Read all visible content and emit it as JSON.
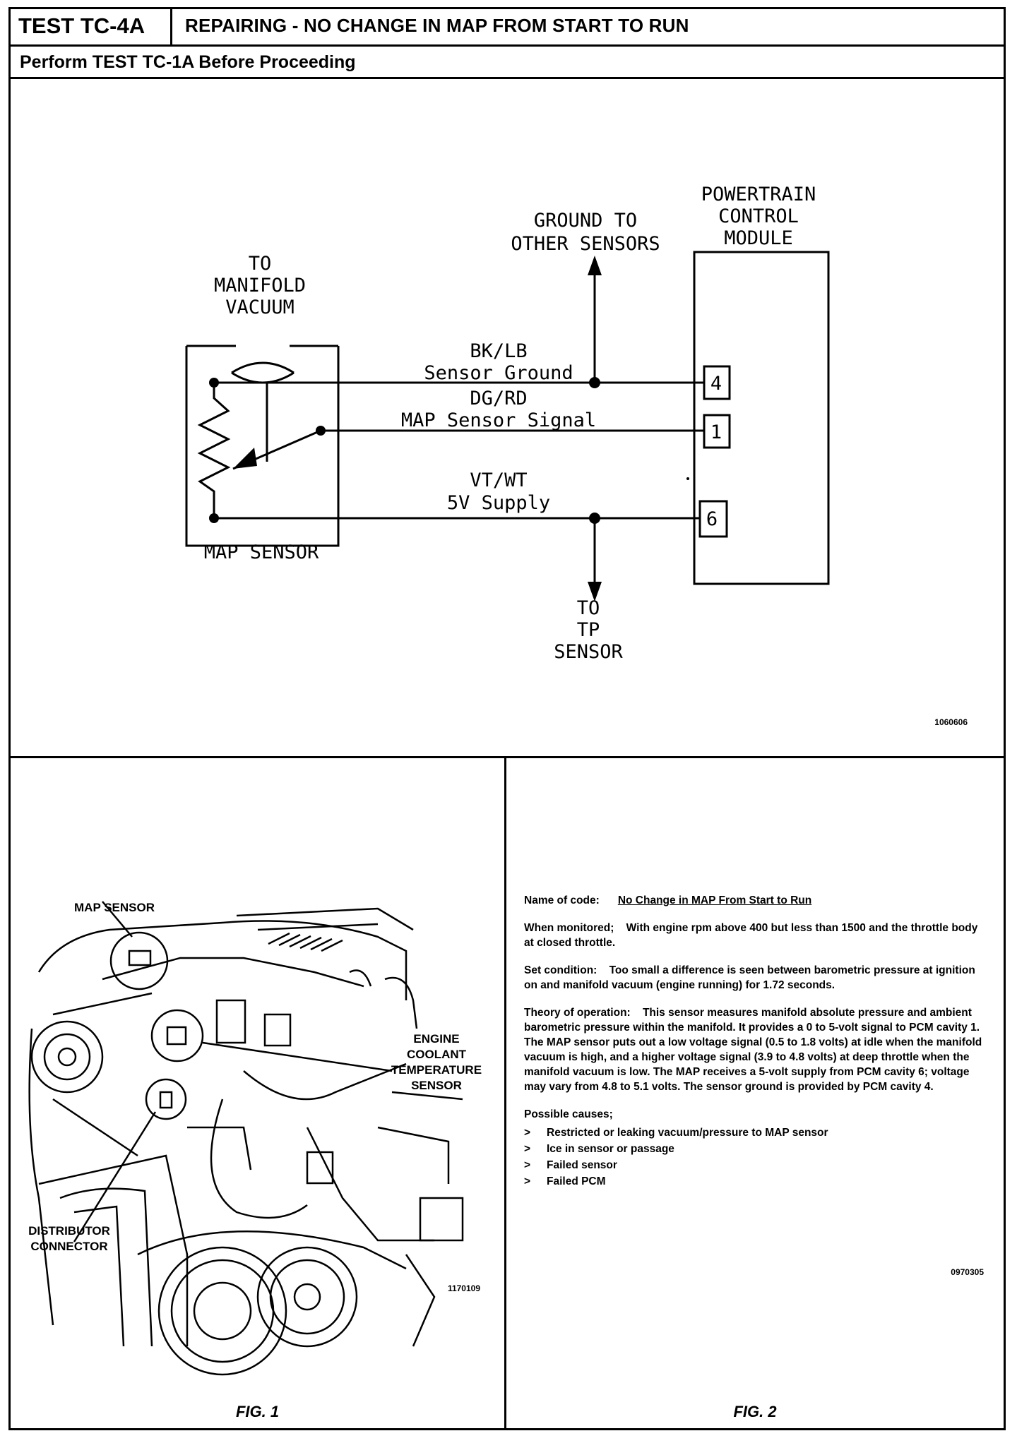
{
  "header": {
    "test_id": "TEST TC-4A",
    "title": "REPAIRING - NO CHANGE IN MAP FROM START TO RUN",
    "prerequisite": "Perform TEST TC-1A Before Proceeding"
  },
  "diagram": {
    "pcm_label": [
      "POWERTRAIN",
      "CONTROL",
      "MODULE"
    ],
    "ground_label": [
      "GROUND TO",
      "OTHER SENSORS"
    ],
    "vacuum_label": [
      "TO",
      "MANIFOLD",
      "VACUUM"
    ],
    "sensor_label": "MAP SENSOR",
    "tp_label": [
      "TO",
      "TP",
      "SENSOR"
    ],
    "wires": [
      {
        "color": "BK/LB",
        "name": "Sensor Ground",
        "pin": "4"
      },
      {
        "color": "DG/RD",
        "name": "MAP Sensor Signal",
        "pin": "1"
      },
      {
        "color": "VT/WT",
        "name": "5V Supply",
        "pin": "6"
      }
    ],
    "figure_code": "1060606"
  },
  "fig1": {
    "labels": {
      "map_sensor": "MAP SENSOR",
      "ect_sensor": [
        "ENGINE",
        "COOLANT",
        "TEMPERATURE",
        "SENSOR"
      ],
      "distributor": [
        "DISTRIBUTOR",
        "CONNECTOR"
      ]
    },
    "figure_code": "1170109",
    "caption": "FIG. 1"
  },
  "fig2": {
    "name_of_code_label": "Name of code:",
    "name_of_code": "No Change in MAP From Start to Run",
    "when_monitored_label": "When monitored;",
    "when_monitored": "With engine rpm above 400 but less than 1500 and the throttle body at closed throttle.",
    "set_condition_label": "Set condition:",
    "set_condition": "Too small a difference is seen between barometric pressure at ignition on and manifold vacuum (engine running) for 1.72 seconds.",
    "theory_label": "Theory of operation:",
    "theory": "This sensor measures manifold absolute pressure and ambient barometric pressure within the manifold. It provides a 0 to 5-volt signal to PCM cavity 1. The MAP sensor puts out a low voltage signal (0.5 to 1.8 volts) at idle when the manifold vacuum is high, and a higher voltage signal (3.9 to 4.8 volts) at deep throttle when the manifold vacuum is low. The MAP receives a 5-volt supply from PCM cavity 6; voltage may vary from 4.8 to 5.1 volts. The sensor ground is provided by PCM cavity 4.",
    "causes_label": "Possible causes;",
    "bullet": ">",
    "causes": [
      "Restricted or leaking vacuum/pressure to MAP sensor",
      "Ice in sensor or passage",
      "Failed sensor",
      "Failed PCM"
    ],
    "figure_code": "0970305",
    "caption": "FIG. 2"
  }
}
